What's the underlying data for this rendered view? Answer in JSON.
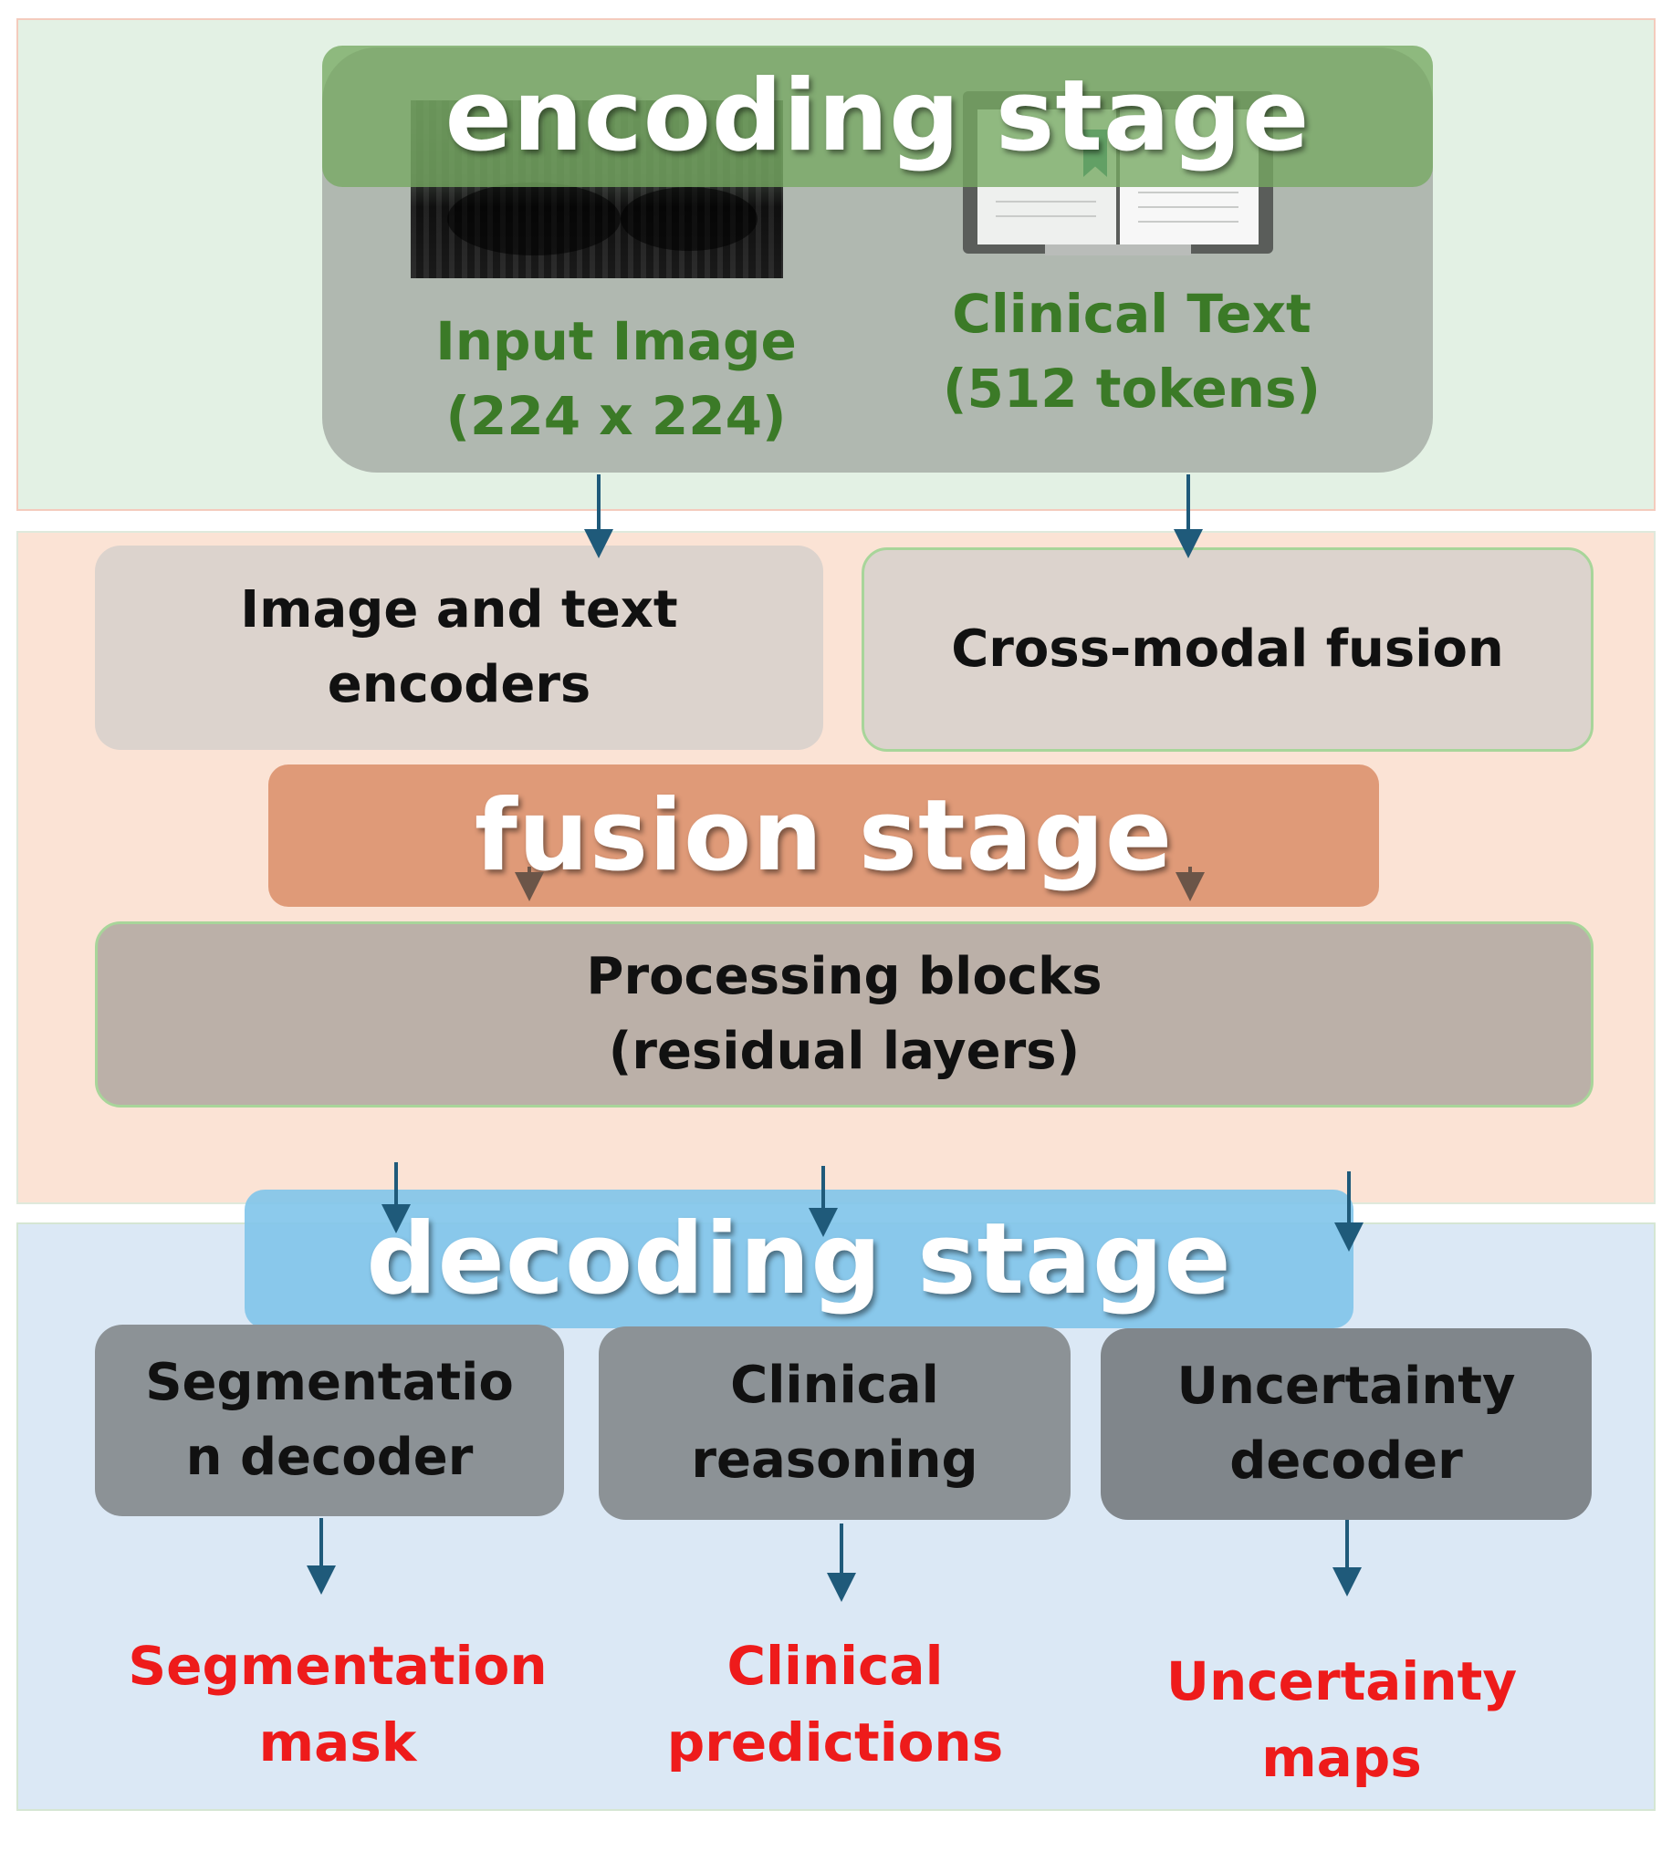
{
  "stages": {
    "encoding": "encoding stage",
    "fusion": "fusion stage",
    "decoding": "decoding stage"
  },
  "inputs": {
    "image": {
      "line1": "Input Image",
      "line2": "(224 x 224)"
    },
    "text": {
      "line1": "Clinical Text",
      "line2": "(512 tokens)"
    }
  },
  "fusion_boxes": {
    "encoders": {
      "line1": "Image and text",
      "line2": "encoders"
    },
    "cross_modal": "Cross-modal fusion",
    "processing": {
      "line1": "Processing blocks",
      "line2": "(residual layers)"
    }
  },
  "decoders": {
    "segmentation": {
      "line1": "Segmentatio",
      "line2": "n decoder"
    },
    "clinical": {
      "line1": "Clinical",
      "line2": "reasoning"
    },
    "uncertainty": {
      "line1": "Uncertainty",
      "line2": "decoder"
    }
  },
  "outputs": {
    "segmentation": {
      "line1": "Segmentation",
      "line2": "mask"
    },
    "clinical": {
      "line1": "Clinical",
      "line2": "predictions"
    },
    "uncertainty": {
      "line1": "Uncertainty",
      "line2": "maps"
    }
  },
  "colors": {
    "encoding_bg": "#e3f1e4",
    "fusion_bg": "#fbe3d5",
    "decoding_bg": "#dbe8f5",
    "input_label": "#3b7a27",
    "output_label": "#ee1b1b",
    "arrow": "#1f5a7a"
  },
  "icons": {
    "image": "ultrasound-image-icon",
    "text": "open-book-icon"
  }
}
